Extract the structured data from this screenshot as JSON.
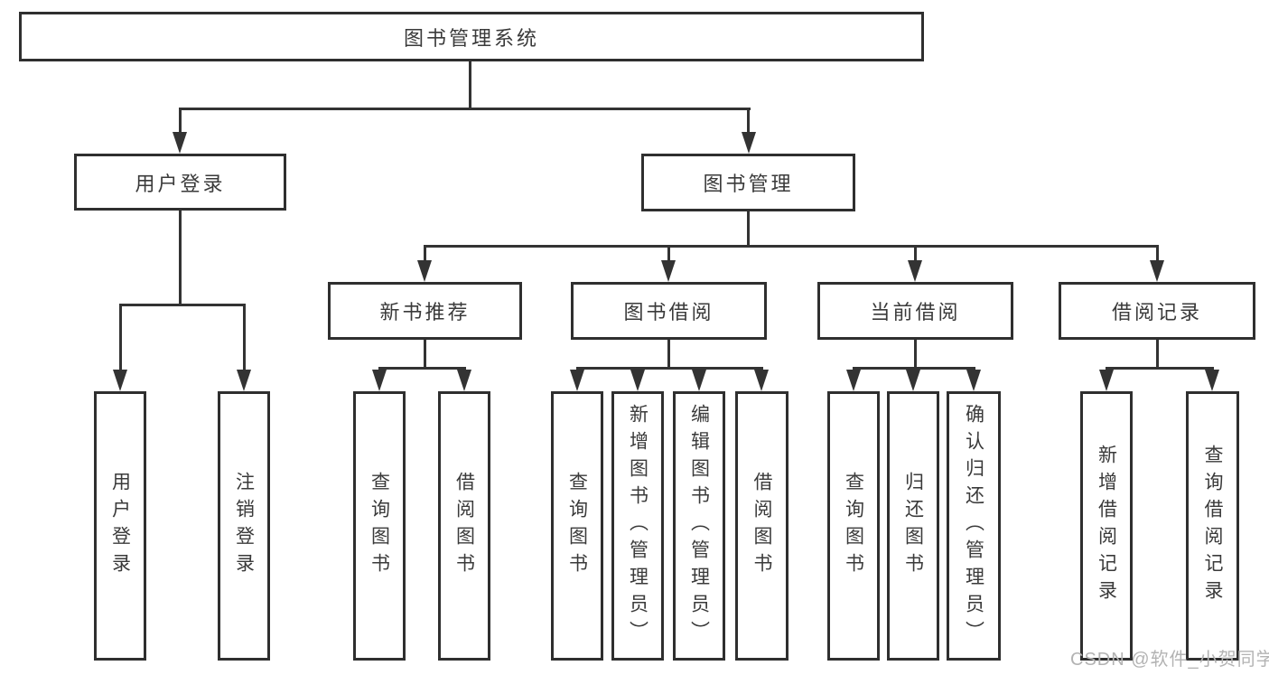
{
  "diagram": {
    "title": "图书管理系统",
    "nodes": {
      "root": "图书管理系统",
      "user_login": "用户登录",
      "book_management": "图书管理",
      "new_book_recommend": "新书推荐",
      "book_borrowing": "图书借阅",
      "current_borrowing": "当前借阅",
      "borrowing_records": "借阅记录"
    },
    "leaves": {
      "user_login": [
        "用户登录",
        "注销登录"
      ],
      "new_book_recommend": [
        "查询图书",
        "借阅图书"
      ],
      "book_borrowing": [
        "查询图书",
        "新增图书（管理员）",
        "编辑图书（管理员）",
        "借阅图书"
      ],
      "current_borrowing": [
        "查询图书",
        "归还图书",
        "确认归还（管理员）"
      ],
      "borrowing_records": [
        "新增借阅记录",
        "查询借阅记录"
      ]
    },
    "watermark": "CSDN @软件_小贺同学",
    "colors": {
      "line": "#333333",
      "border": "#2f2f2f",
      "text": "#3a3a3a",
      "watermark": "#b3b3b3",
      "background": "#ffffff"
    }
  }
}
